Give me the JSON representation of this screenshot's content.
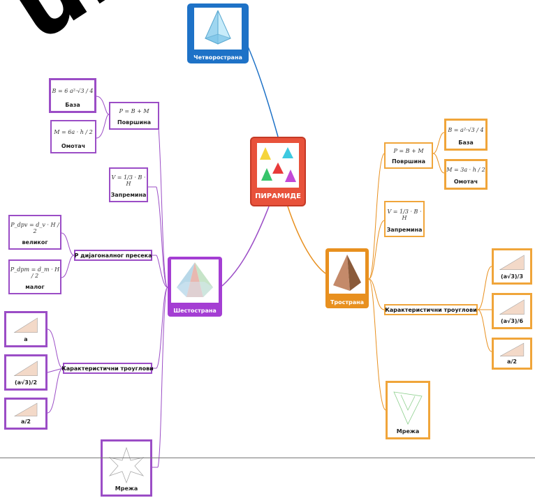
{
  "watermark": "uik",
  "center": {
    "title": "ПИРАМИДЕ"
  },
  "top_node": {
    "title": "Четворострана"
  },
  "hexagonal": {
    "title": "Шестострана",
    "surface": {
      "label": "Површина",
      "formula": "P = B + M",
      "base": {
        "caption": "База",
        "formula": "B = 6 a²·√3 / 4"
      },
      "lateral": {
        "caption": "Омотач",
        "formula": "M = 6a · h / 2"
      }
    },
    "volume": {
      "label": "Запремина",
      "formula": "V = 1/3 · B · H"
    },
    "diagonal": {
      "label": "Р дијагоналног пресека",
      "big": {
        "caption": "великог",
        "formula": "P_dpv = d_v · H / 2"
      },
      "small": {
        "caption": "малог",
        "formula": "P_dpm = d_m · H / 2"
      }
    },
    "triangles": {
      "label": "Карактеристични троуглови",
      "captions": [
        "a",
        "(a√3)/2",
        "a/2"
      ]
    },
    "net": {
      "caption": "Мрежа"
    }
  },
  "triangular": {
    "title": "Тространа",
    "surface": {
      "label": "Површина",
      "formula": "P = B + M",
      "base": {
        "caption": "База",
        "formula": "B = a²·√3 / 4"
      },
      "lateral": {
        "caption": "Омотач",
        "formula": "M = 3a · h / 2"
      }
    },
    "volume": {
      "label": "Запремина",
      "formula": "V = 1/3 · B · H"
    },
    "triangles": {
      "label": "Карактеристични троуглови",
      "captions": [
        "(a√3)/3",
        "(a√3)/6",
        "a/2"
      ]
    },
    "net": {
      "caption": "Мрежа"
    }
  },
  "colors": {
    "purple": "#9b4dc6",
    "orange": "#f0a53a",
    "blue": "#1e72c7",
    "red": "#e8523b"
  }
}
